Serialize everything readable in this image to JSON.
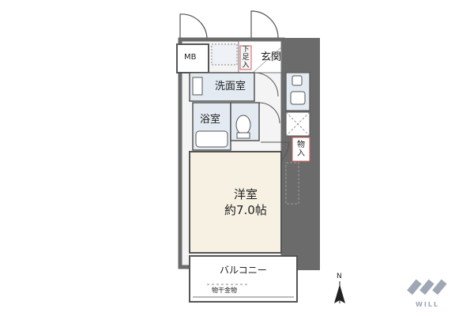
{
  "rooms": {
    "mb": "MB",
    "genkan": "玄関",
    "shoe_storage": "下足入",
    "washroom": "洗面室",
    "bathroom": "浴室",
    "closet": "物入",
    "western_room_name": "洋室",
    "western_room_size": "約7.0帖",
    "balcony": "バルコニー",
    "laundry_hardware": "物干金物"
  },
  "compass": {
    "north_label": "N"
  },
  "brand": {
    "name": "WILL"
  },
  "colors": {
    "wall": "#6b6b6b",
    "room_fill": "#f6f1e3",
    "wet_fill": "#e3eaf2",
    "line": "#555555"
  }
}
